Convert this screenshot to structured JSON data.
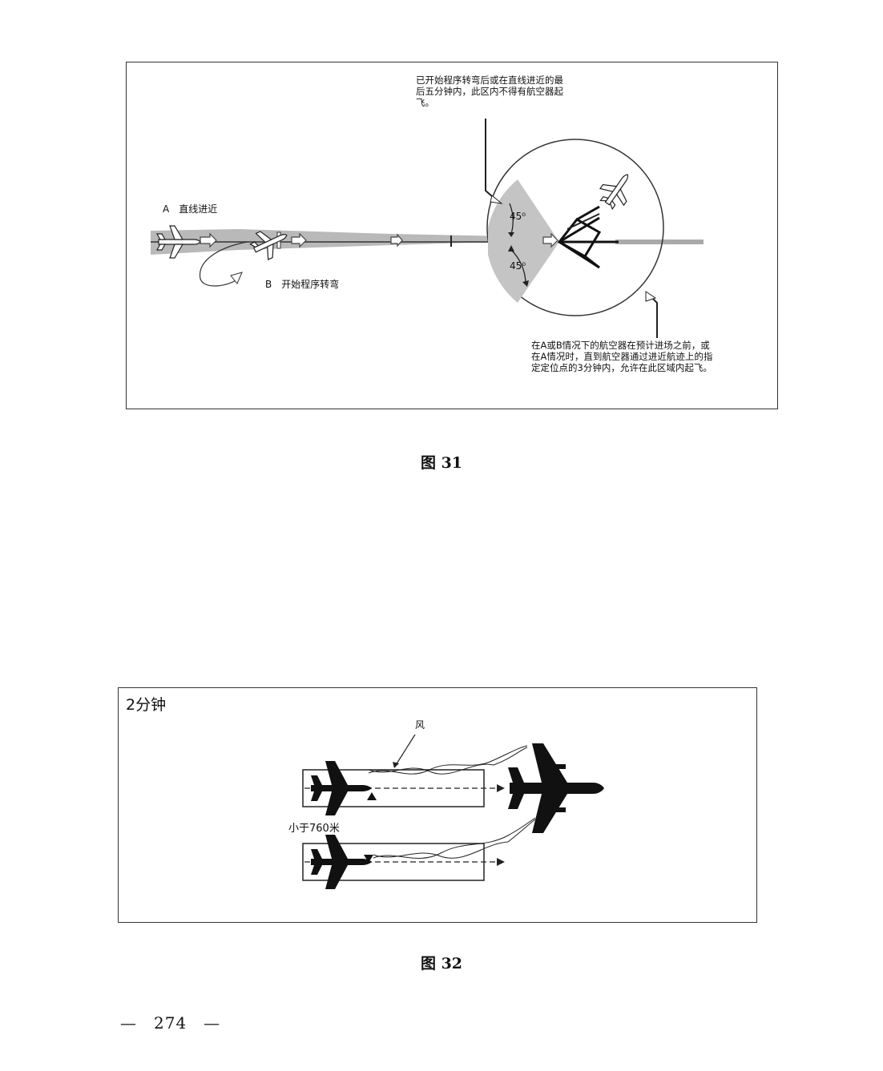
{
  "figure31": {
    "caption": "图 31",
    "note_top": "已开始程序转弯后或在直线进近的最后五分钟内，此区内不得有航空器起飞。",
    "label_a": "A　直线进近",
    "label_b": "B　开始程序转弯",
    "angle_upper": "45⁰",
    "angle_lower": "45⁰",
    "note_bottom": "在A或B情况下的航空器在预计进场之前，或在A情况时，直到航空器通过进近航迹上的指定定位点的3分钟内，允许在此区域内起飞。"
  },
  "figure32": {
    "caption": "图 32",
    "label_time": "2分钟",
    "label_wind": "风",
    "label_distance": "小于760米"
  },
  "page": {
    "number": "—　274　—"
  }
}
